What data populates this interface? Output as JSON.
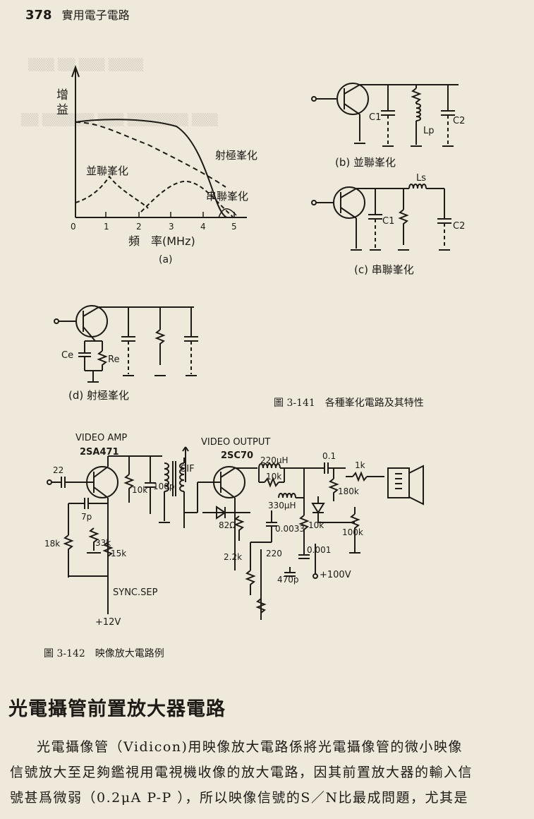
{
  "header": {
    "page_number": "378",
    "book_title": "實用電子電路"
  },
  "figure_141": {
    "graph": {
      "ylabel": "增益",
      "xlabel": "頻　率(MHz)",
      "x_ticks": [
        "0",
        "1",
        "2",
        "3",
        "4",
        "5"
      ],
      "curves": [
        "射極峯化",
        "並聯峯化",
        "串聯峯化"
      ],
      "panel": "(a)"
    },
    "circuit_b": {
      "label": "(b) 並聯峯化",
      "components": [
        "C1",
        "Lp",
        "C2"
      ]
    },
    "circuit_c": {
      "label": "(c) 串聯峯化",
      "components": [
        "Ls",
        "C1",
        "C2"
      ]
    },
    "circuit_d": {
      "label": "(d) 射極峯化",
      "components": [
        "Ce",
        "Re"
      ]
    },
    "caption": "圖 3-141　各種峯化電路及其特性"
  },
  "figure_142": {
    "labels": {
      "video_amp": "VIDEO AMP",
      "q1": "2SA471",
      "video_output": "VIDEO OUTPUT",
      "q2": "2SC70",
      "sif": "SIF",
      "sync": "SYNC.SEP",
      "v12": "+12V",
      "v100": "+100V"
    },
    "components": [
      "22",
      "7p",
      "10k",
      "100p",
      "18k",
      "33k",
      "15k",
      "220μH",
      "10k",
      "330μH",
      "0.1",
      "1k",
      "180k",
      "82Ω",
      "0.0033",
      "10k",
      "100k",
      "2.2k",
      "220",
      "0.001",
      "470p"
    ],
    "caption": "圖 3-142　映像放大電路例"
  },
  "section_title": "光電攝管前置放大器電路",
  "paragraph": [
    "光電攝像管（Vidicon)用映像放大電路係將光電攝像管的微小映像",
    "信號放大至足夠鑑視用電視機收像的放大電路，因其前置放大器的輸入信",
    "號甚爲微弱（0.2μA P-P ），所以映像信號的S／N比最成問題，尤其是"
  ]
}
